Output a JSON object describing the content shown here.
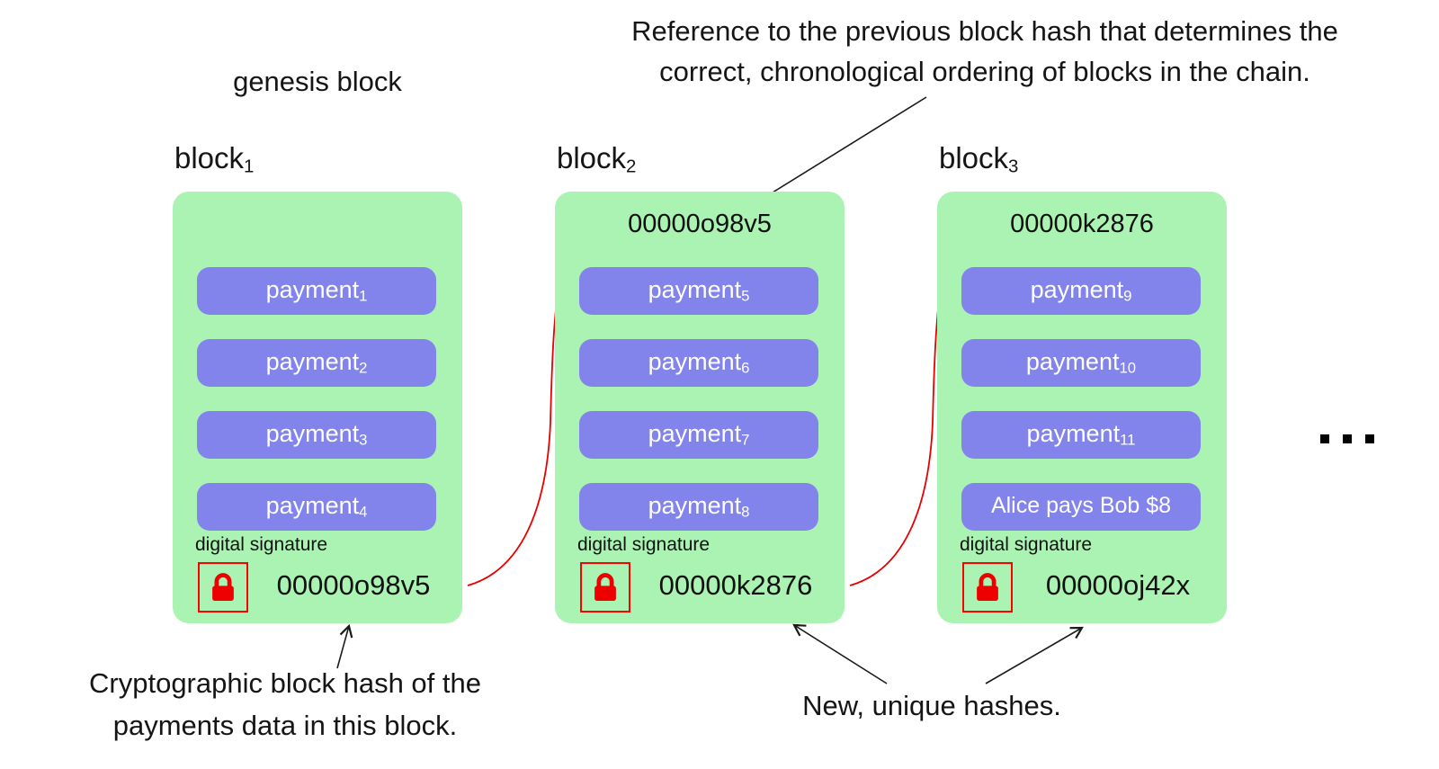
{
  "annotations": {
    "top": {
      "line1": "Reference to the previous block hash that determines the",
      "line2": "correct, chronological ordering of blocks in the chain."
    },
    "genesis_label": "genesis block",
    "bottom_left": {
      "line1": "Cryptographic block hash of the",
      "line2": "payments data in this block."
    },
    "bottom_right": "New, unique hashes."
  },
  "blocks": [
    {
      "label": "block",
      "label_sub": "1",
      "top_hash": "",
      "payments": [
        {
          "text": "payment",
          "sub": "1"
        },
        {
          "text": "payment",
          "sub": "2"
        },
        {
          "text": "payment",
          "sub": "3"
        },
        {
          "text": "payment",
          "sub": "4"
        }
      ],
      "signature_label": "digital signature",
      "hash": "00000o98v5"
    },
    {
      "label": "block",
      "label_sub": "2",
      "top_hash": "00000o98v5",
      "payments": [
        {
          "text": "payment",
          "sub": "5"
        },
        {
          "text": "payment",
          "sub": "6"
        },
        {
          "text": "payment",
          "sub": "7"
        },
        {
          "text": "payment",
          "sub": "8"
        }
      ],
      "signature_label": "digital signature",
      "hash": "00000k2876"
    },
    {
      "label": "block",
      "label_sub": "3",
      "top_hash": "00000k2876",
      "payments": [
        {
          "text": "payment",
          "sub": "9"
        },
        {
          "text": "payment",
          "sub": "10"
        },
        {
          "text": "payment",
          "sub": "11"
        },
        {
          "text": "Alice pays Bob $8",
          "sub": ""
        }
      ],
      "signature_label": "digital signature",
      "hash": "00000oj42x"
    }
  ],
  "icons": {
    "lock": "lock-icon",
    "ellipsis": "more-blocks-ellipsis"
  },
  "colors": {
    "block_bg": "#aaf3b3",
    "payment_bg": "#8284ec",
    "payment_text": "#ffffff",
    "accent_red": "#ff0000",
    "arrow_red": "#e80000",
    "text_black": "#111111"
  }
}
